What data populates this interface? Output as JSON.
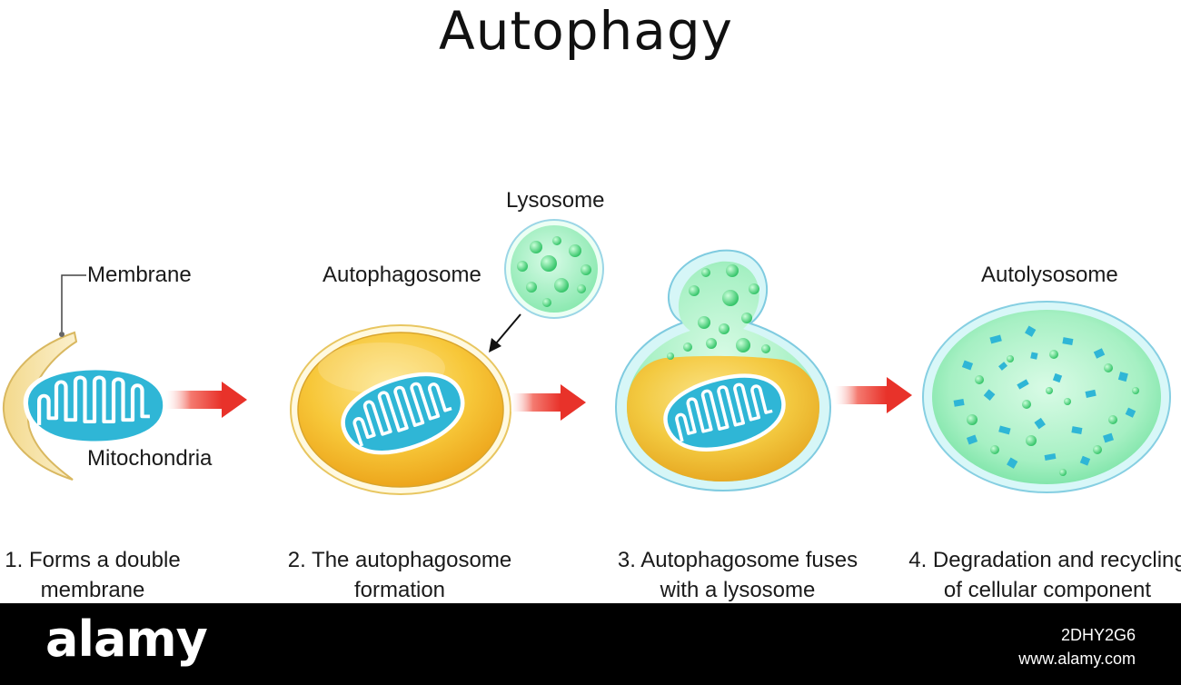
{
  "title": "Autophagy",
  "labels": {
    "membrane": "Membrane",
    "mitochondria": "Mitochondria",
    "autophagosome": "Autophagosome",
    "lysosome": "Lysosome",
    "autolysosome": "Autolysosome"
  },
  "steps": [
    {
      "line1": "1. Forms a double",
      "line2": "membrane"
    },
    {
      "line1": "2. The autophagosome",
      "line2": "formation"
    },
    {
      "line1": "3. Autophagosome fuses",
      "line2": "with a lysosome"
    },
    {
      "line1": "4. Degradation and recycling",
      "line2": "of cellular component"
    }
  ],
  "footer": {
    "brand": "alamy",
    "image_id": "2DHY2G6",
    "url": "www.alamy.com"
  },
  "colors": {
    "mitochondria": "#2fb6d6",
    "cristae": "#ffffff",
    "vesicle_yellow": "#f6c433",
    "lysosome_green": "#7fe6a8",
    "arrow_red": "#e8322a",
    "membrane_cream": "#f5e2a8"
  }
}
